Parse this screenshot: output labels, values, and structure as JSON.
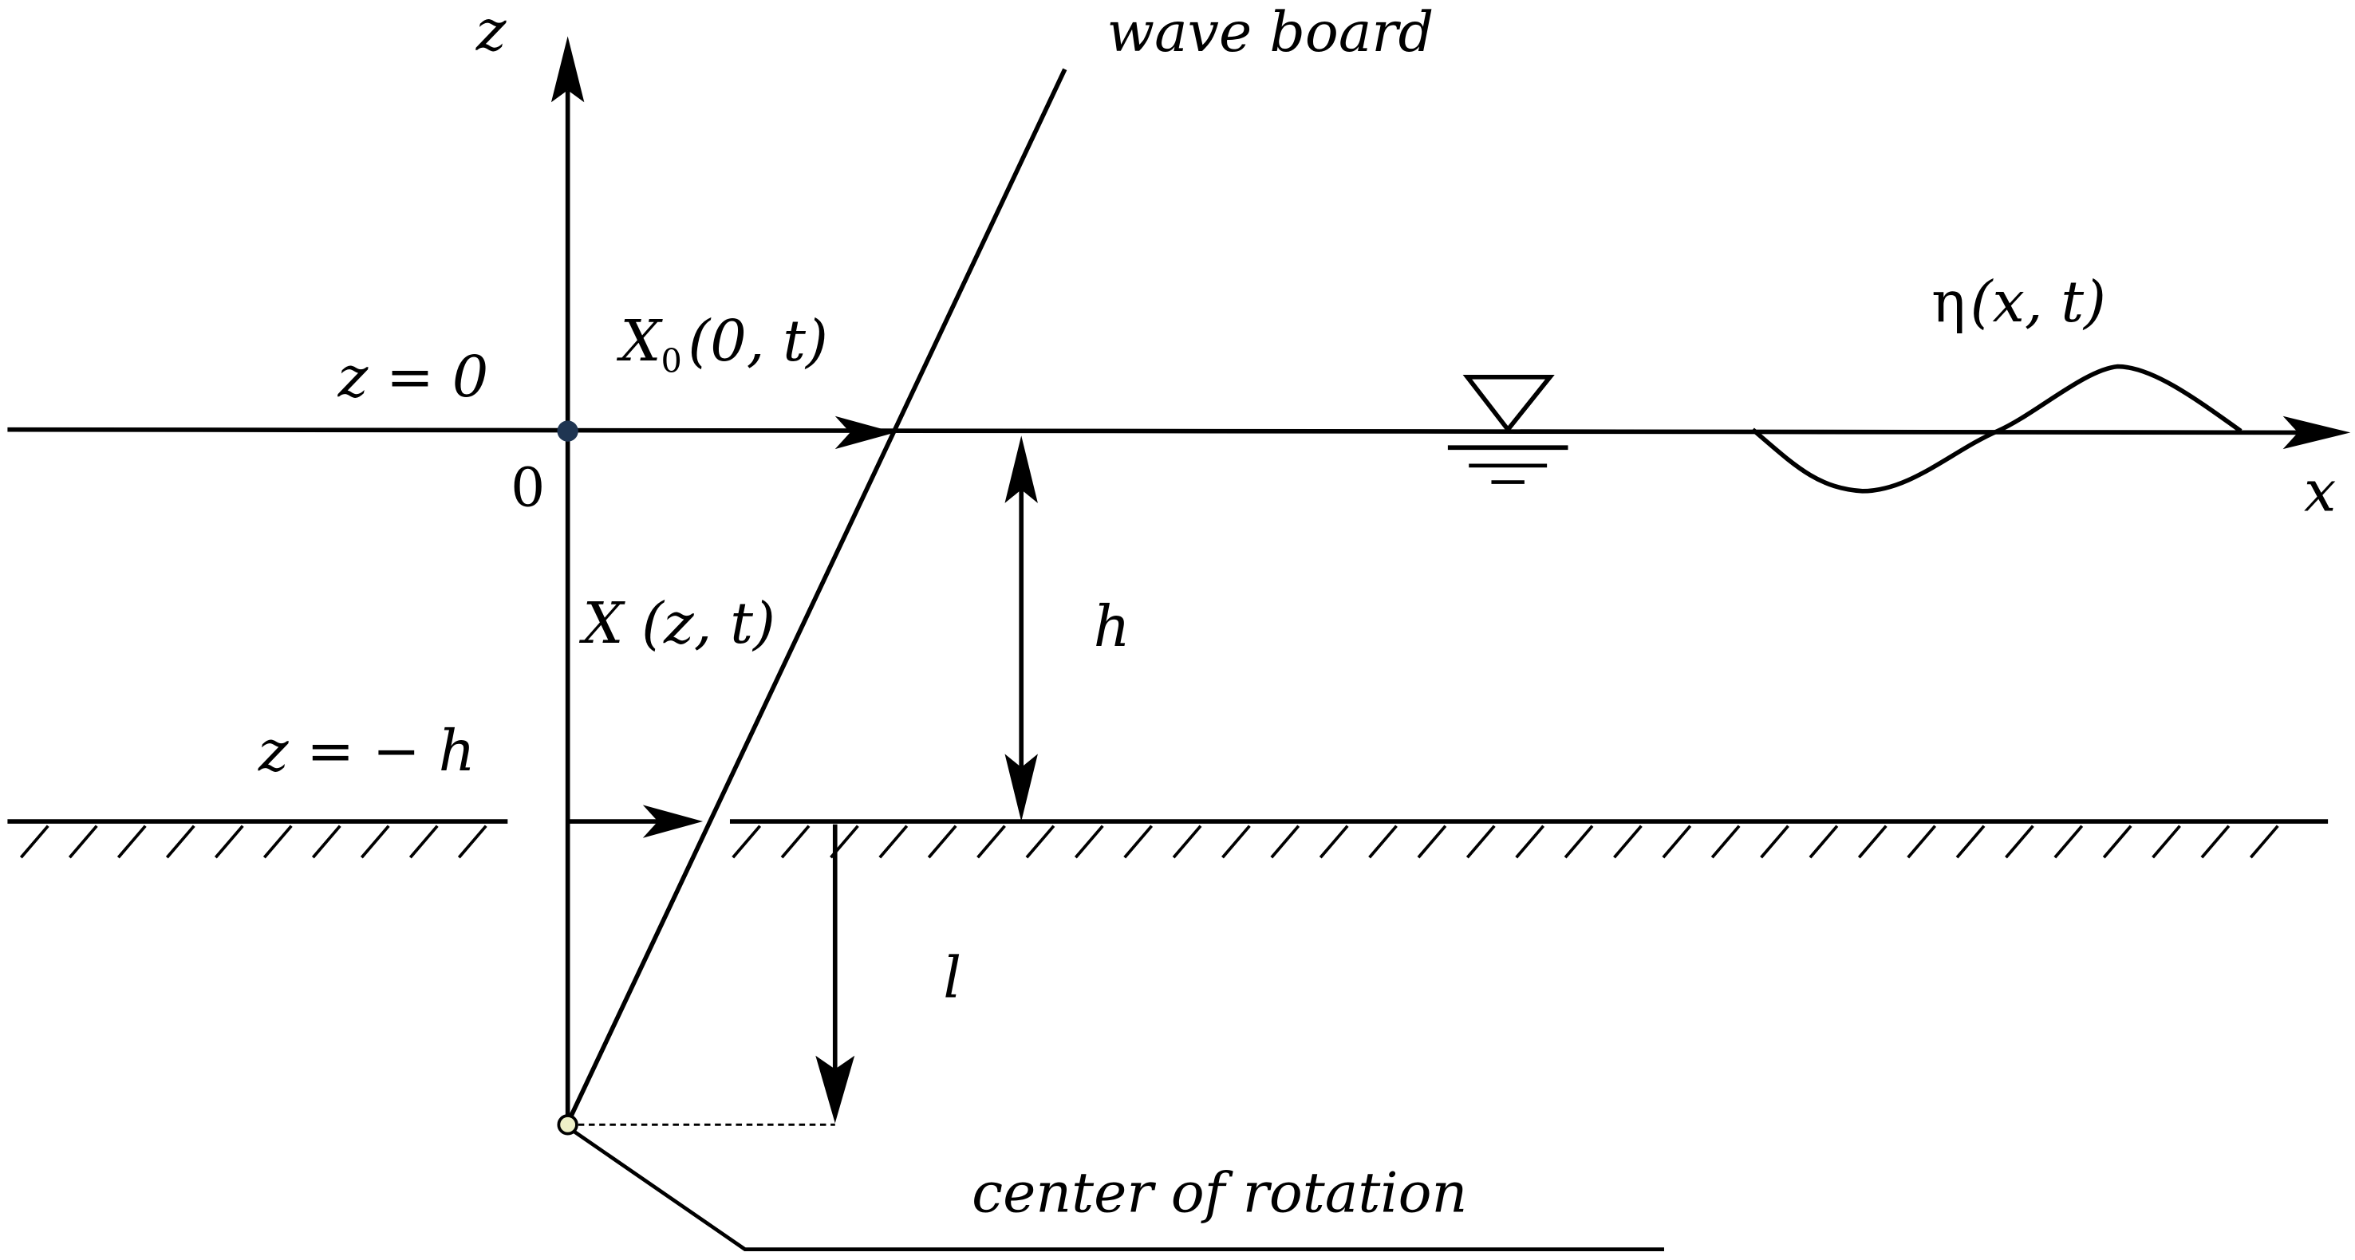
{
  "labels": {
    "z_axis": "z",
    "x_axis": "x",
    "origin": "0",
    "wave_board": "wave board",
    "z_zero": "z = 0",
    "z_minus_h": "z = − h",
    "x0_X": "X",
    "x0_sub": "0",
    "x0_args": "(0, t)",
    "xz": "X (z, t)",
    "h": "h",
    "l": "l",
    "eta_symbol": "η",
    "eta_args": "(x, t)",
    "center_of_rotation": "center of rotation"
  },
  "colors": {
    "stroke": "#000000",
    "origin_dot": "#1f3552",
    "pivot_fill": "#eef0c8"
  },
  "icons": {
    "free_surface_marker": "water-level-triangle-icon",
    "seabed_hatching": "hatched-ground-icon"
  }
}
